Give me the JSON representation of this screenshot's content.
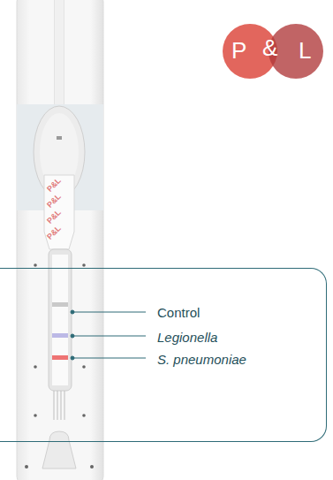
{
  "diagram": {
    "nodes": [
      {
        "text": [
          "P"
        ]
      },
      {
        "text": [
          "L"
        ]
      },
      {
        "text": [
          "Control",
          "Legionella",
          "S. pneumoniae"
        ]
      }
    ],
    "labels": [
      "&",
      "P&L",
      "P&L",
      "P&L",
      "P&L"
    ]
  }
}
